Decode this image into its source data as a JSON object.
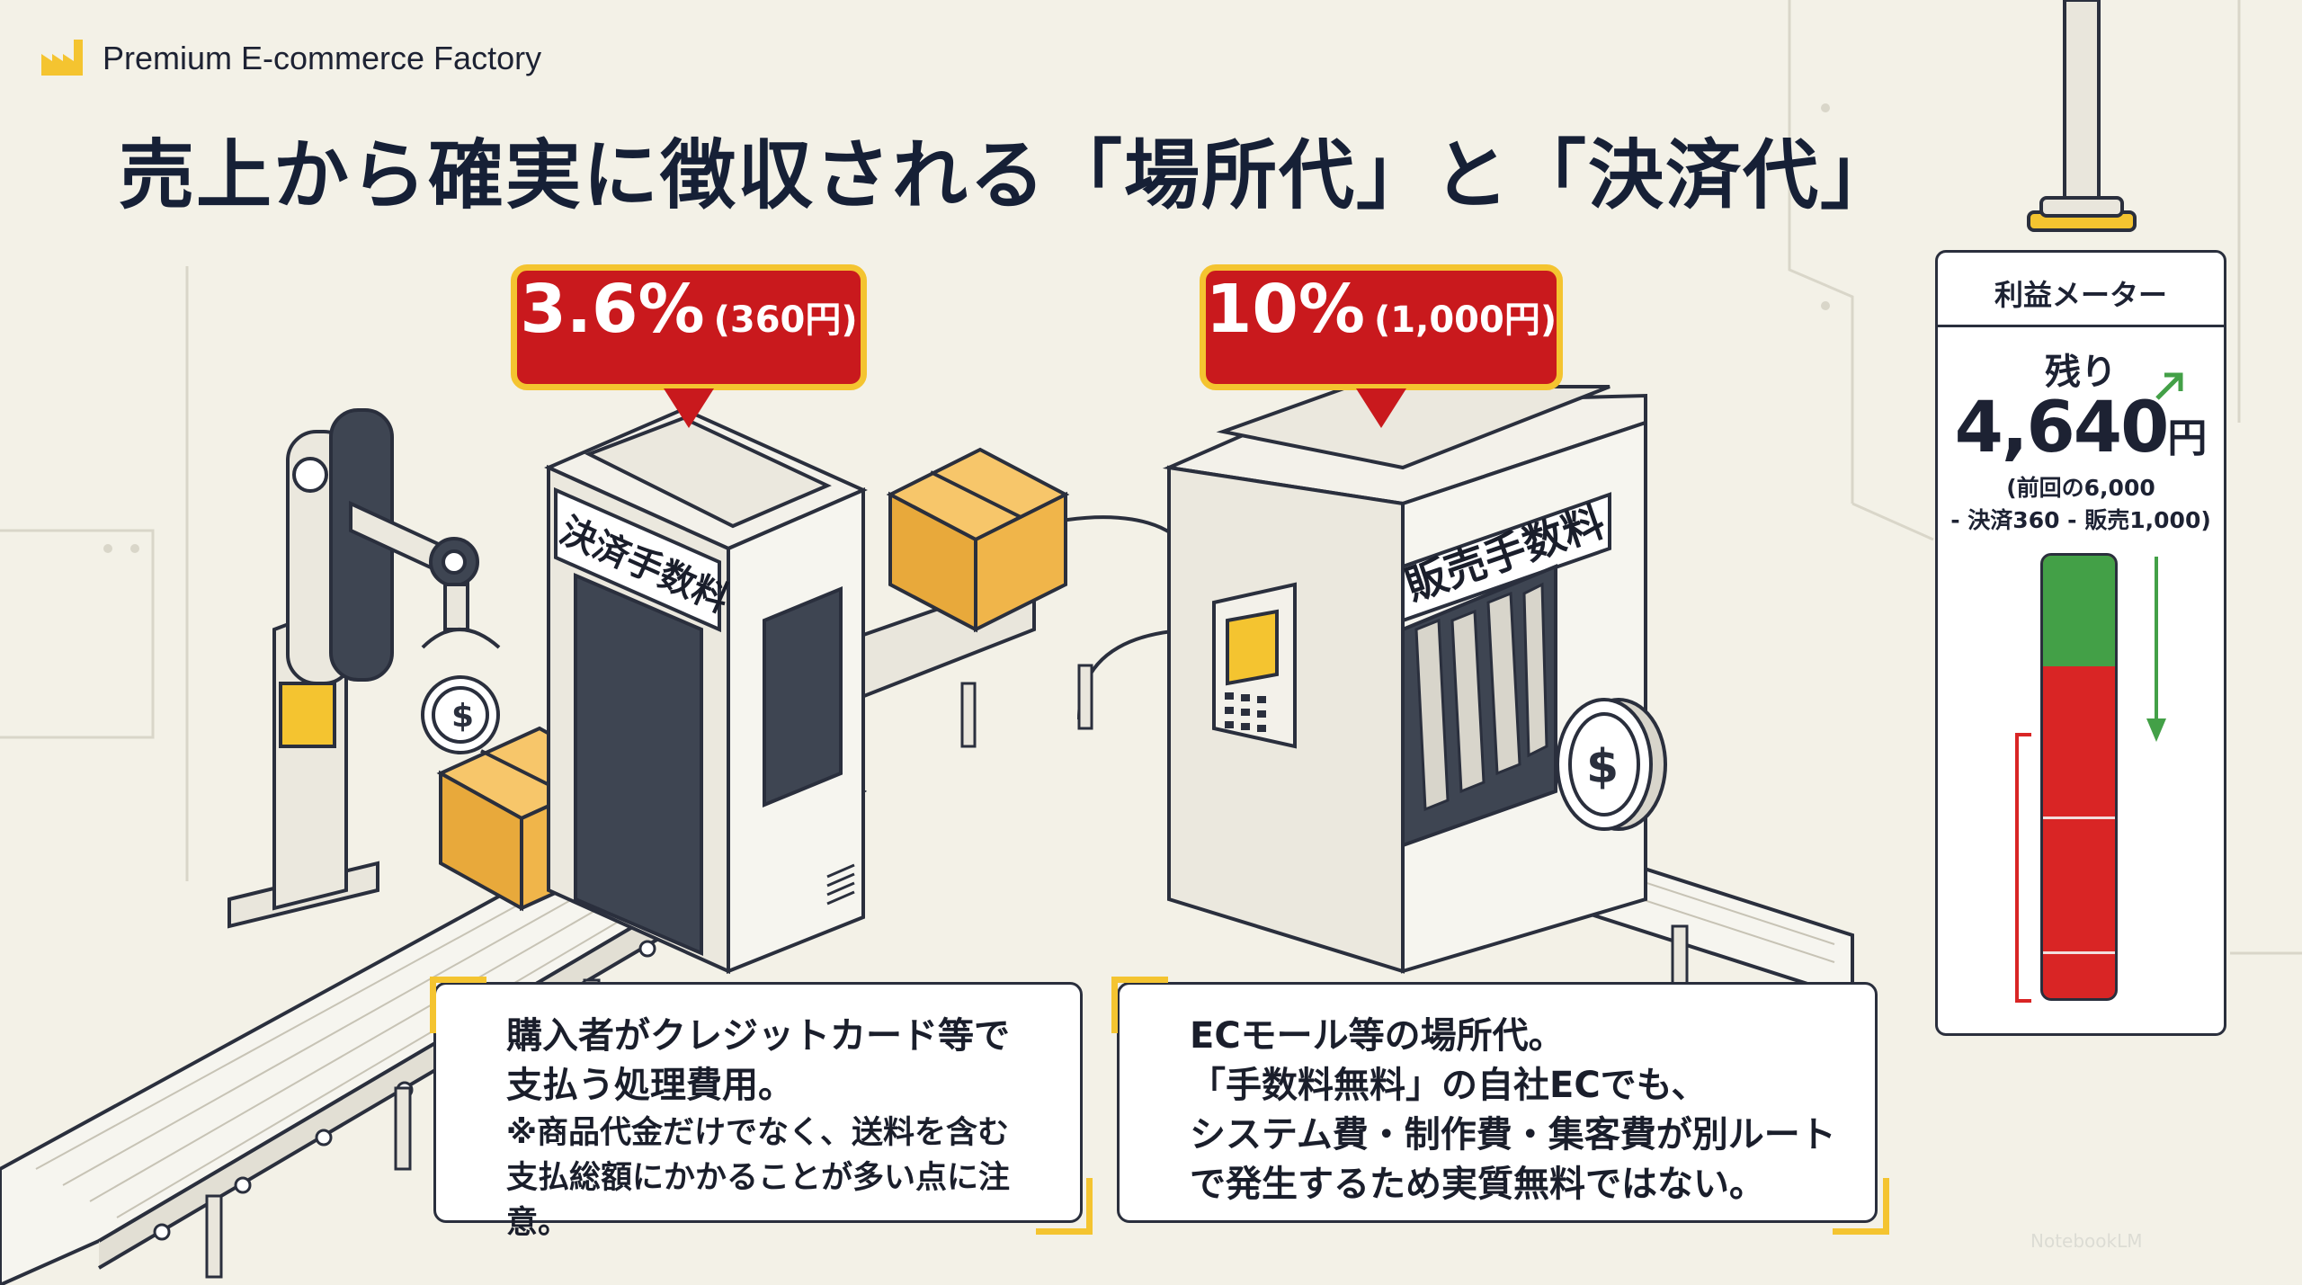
{
  "brand": {
    "name": "Premium E-commerce Factory",
    "icon": "factory-icon"
  },
  "headline": "売上から確実に徴収される「場所代」と「決済代」",
  "machines": {
    "payment": {
      "label": "決済手数料",
      "callout_pct": "3.6%",
      "callout_amount": "(360円)"
    },
    "sales": {
      "label": "販売手数料",
      "callout_pct": "10%",
      "callout_amount": "(1,000円)"
    }
  },
  "notes": {
    "payment": {
      "line1": "購入者がクレジットカード等で",
      "line2": "支払う処理費用。",
      "line3": "※商品代金だけでなく、送料を含む",
      "line4": "支払総額にかかることが多い点に注意。"
    },
    "sales": {
      "line1": "ECモール等の場所代。",
      "line2": "「手数料無料」の自社ECでも、",
      "line3": "システム費・制作費・集客費が別ルート",
      "line4": "で発生するため実質無料ではない。"
    }
  },
  "meter": {
    "title": "利益メーター",
    "label": "残り",
    "value": "4,640",
    "unit": "円",
    "sub1": "(前回の6,000",
    "sub2": "- 決済360 - 販売1,000)",
    "remaining_fraction": 0.25,
    "fill_color": "#43a047",
    "deduction_color": "#d92525"
  },
  "colors": {
    "accent_red": "#c9191d",
    "accent_yellow": "#f4c430",
    "dark": "#162036"
  },
  "watermark": "NotebookLM"
}
